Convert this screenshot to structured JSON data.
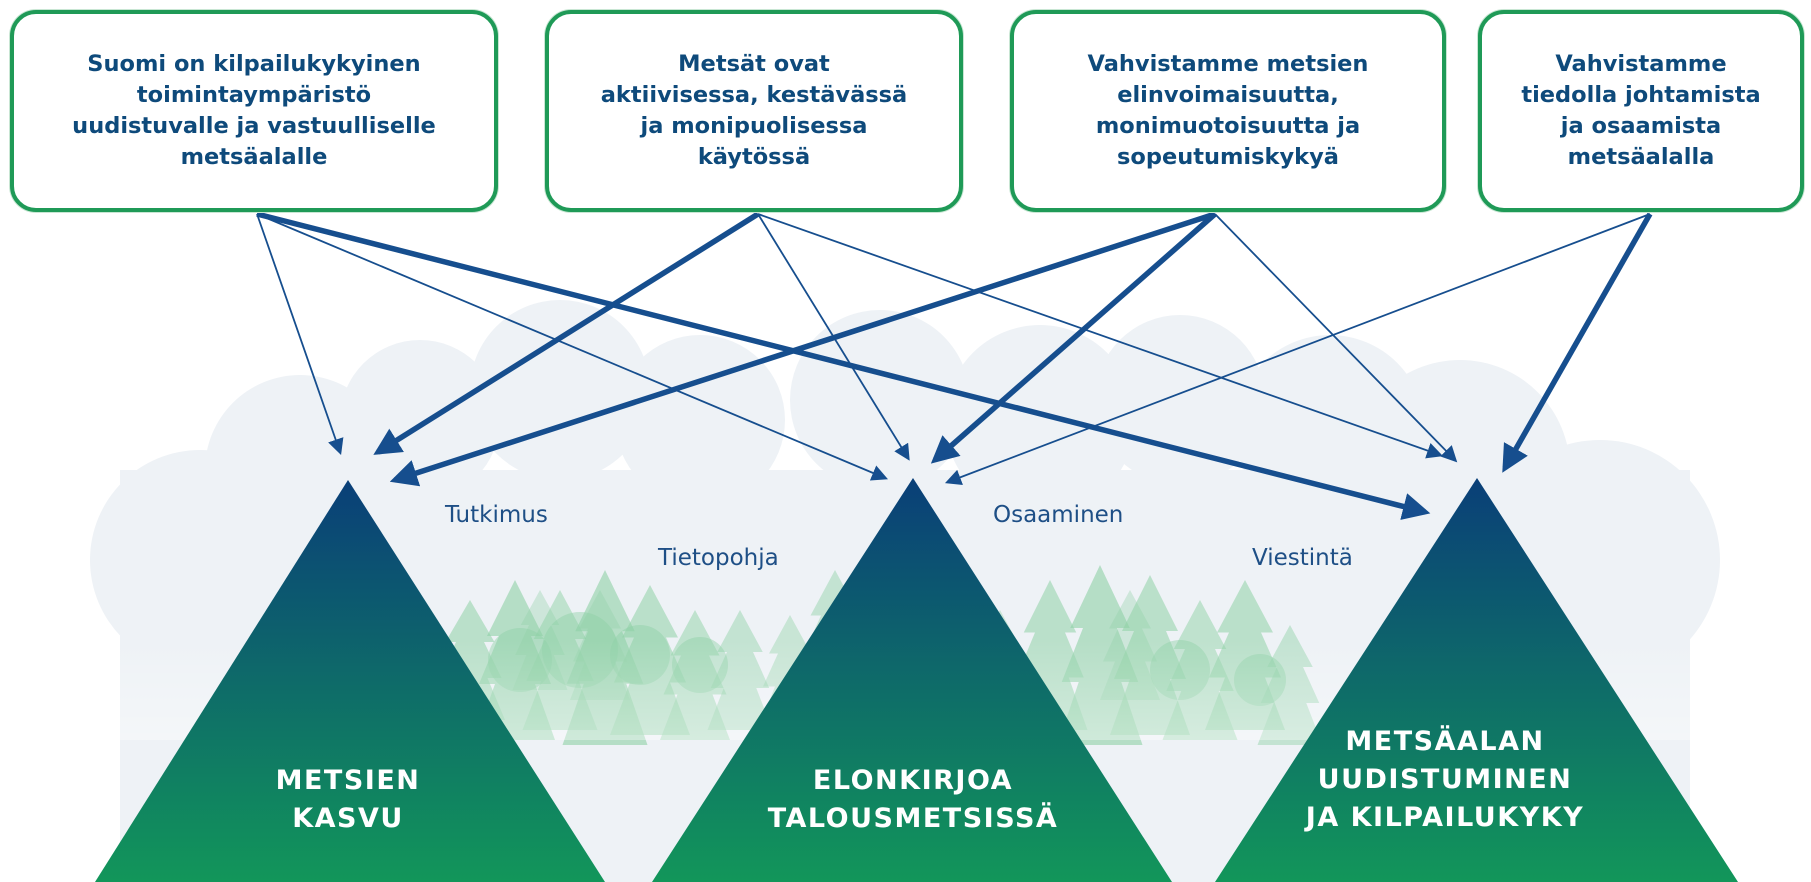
{
  "colors": {
    "box_border": "#1f9a57",
    "goal_text": "#0e4a7b",
    "arrow": "#164e8e",
    "peak_top": "#0a3f78",
    "peak_bottom": "#12965a",
    "tree_green": "#8fd1a6",
    "cloud": "#eef2f6",
    "theme_text": "#1e4f86"
  },
  "goals": [
    {
      "id": "g1",
      "text": "Suomi on kilpailukykyinen\ntoimintaympäristö\nuudistuvalle ja vastuulliselle\nmetsäalalle"
    },
    {
      "id": "g2",
      "text": "Metsät ovat\naktiivisessa, kestävässä\nja monipuolisessa\nkäytössä"
    },
    {
      "id": "g3",
      "text": "Vahvistamme metsien\nelinvoimaisuutta,\nmonimuotoisuutta ja\nsopeutumiskykyä"
    },
    {
      "id": "g4",
      "text": "Vahvistamme\ntiedolla johtamista\nja osaamista\nmetsäalalla"
    }
  ],
  "peaks": [
    {
      "id": "p1",
      "label": "METSIEN\nKASVU"
    },
    {
      "id": "p2",
      "label": "ELONKIRJOA\nTALOUSMETSISSÄ"
    },
    {
      "id": "p3",
      "label": "METSÄALAN\nUUDISTUMINEN\nJA KILPAILUKYKY"
    }
  ],
  "themes": [
    "Tutkimus",
    "Tietopohja",
    "Osaaminen",
    "Viestintä"
  ],
  "connections": [
    {
      "from": "g1",
      "to": "p1",
      "weight": "thin"
    },
    {
      "from": "g1",
      "to": "p2",
      "weight": "thin"
    },
    {
      "from": "g1",
      "to": "p3",
      "weight": "thick"
    },
    {
      "from": "g2",
      "to": "p1",
      "weight": "thick"
    },
    {
      "from": "g2",
      "to": "p2",
      "weight": "thin"
    },
    {
      "from": "g2",
      "to": "p3",
      "weight": "thin"
    },
    {
      "from": "g3",
      "to": "p1",
      "weight": "thick"
    },
    {
      "from": "g3",
      "to": "p2",
      "weight": "thick"
    },
    {
      "from": "g3",
      "to": "p3",
      "weight": "thin"
    },
    {
      "from": "g4",
      "to": "p2",
      "weight": "thin"
    },
    {
      "from": "g4",
      "to": "p3",
      "weight": "thick"
    }
  ]
}
